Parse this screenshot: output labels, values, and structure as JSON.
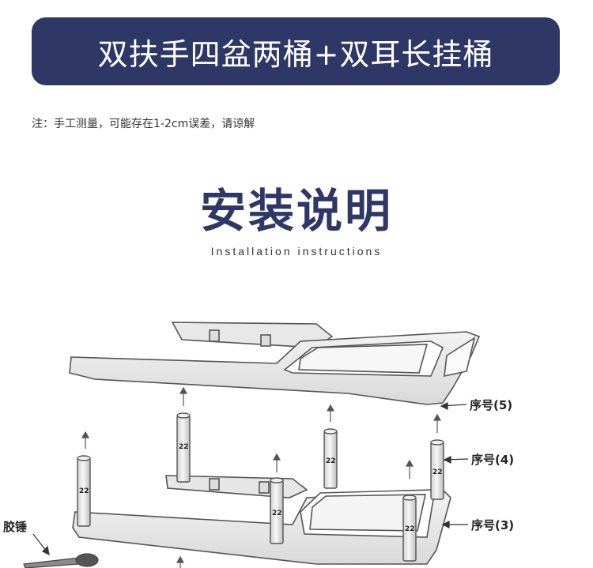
{
  "banner": {
    "title": "双扶手四盆两桶+双耳长挂桶"
  },
  "note": "注：手工测量，可能存在1-2cm误差，请谅解",
  "heading": "安装说明",
  "subheading": "Installation instructions",
  "diagram": {
    "labels": {
      "part5": "序号(5)",
      "part4": "序号(4)",
      "part3": "序号(3)",
      "mallet": "胶锤"
    },
    "post_number": "22",
    "colors": {
      "outline": "#555555",
      "fill": "#eeeeee",
      "banner": "#2e3765"
    }
  }
}
